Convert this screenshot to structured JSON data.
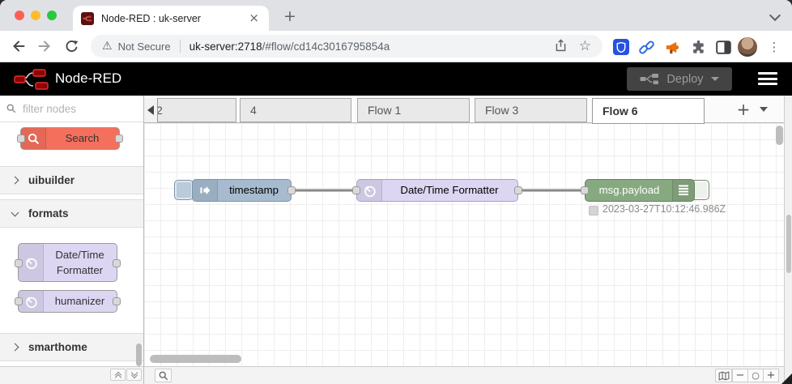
{
  "browser": {
    "tab_title": "Node-RED : uk-server",
    "close_glyph": "×",
    "new_tab_glyph": "+",
    "menu_glyph": "⋮",
    "security_label": "Not Secure",
    "warning_glyph": "⚠",
    "star_glyph": "☆",
    "url_host": "uk-server:2718",
    "url_path": "/#flow/cd14c3016795854a"
  },
  "header": {
    "app_name": "Node-RED",
    "deploy_label": "Deploy"
  },
  "palette": {
    "filter_placeholder": "filter nodes",
    "search_node_label": "Search",
    "categories": [
      {
        "label": "uibuilder",
        "state": "collapsed"
      },
      {
        "label": "formats",
        "state": "expanded"
      },
      {
        "label": "smarthome",
        "state": "collapsed"
      }
    ],
    "format_nodes": [
      {
        "label": "Date/Time Formatter"
      },
      {
        "label": "humanizer"
      }
    ]
  },
  "workspace": {
    "tabs": [
      {
        "label": "2",
        "active": false
      },
      {
        "label": "4",
        "active": false
      },
      {
        "label": "Flow 1",
        "active": false
      },
      {
        "label": "Flow 3",
        "active": false
      },
      {
        "label": "Flow 6",
        "active": true
      }
    ],
    "add_tab_glyph": "+"
  },
  "flow": {
    "inject_label": "timestamp",
    "formatter_label": "Date/Time Formatter",
    "debug_label": "msg.payload",
    "debug_status": "2023-03-27T10:12:46.986Z"
  },
  "footer": {
    "zoom_out_glyph": "−",
    "zoom_reset_glyph": "○",
    "zoom_in_glyph": "+"
  },
  "colors": {
    "inject_node": "#a6bbcf",
    "formatter_node": "#ddd6f3",
    "debug_node": "#87a980",
    "search_node": "#f4705c",
    "header_bg": "#000000",
    "node_red_brand": "#8f0000",
    "wire": "#888888"
  }
}
